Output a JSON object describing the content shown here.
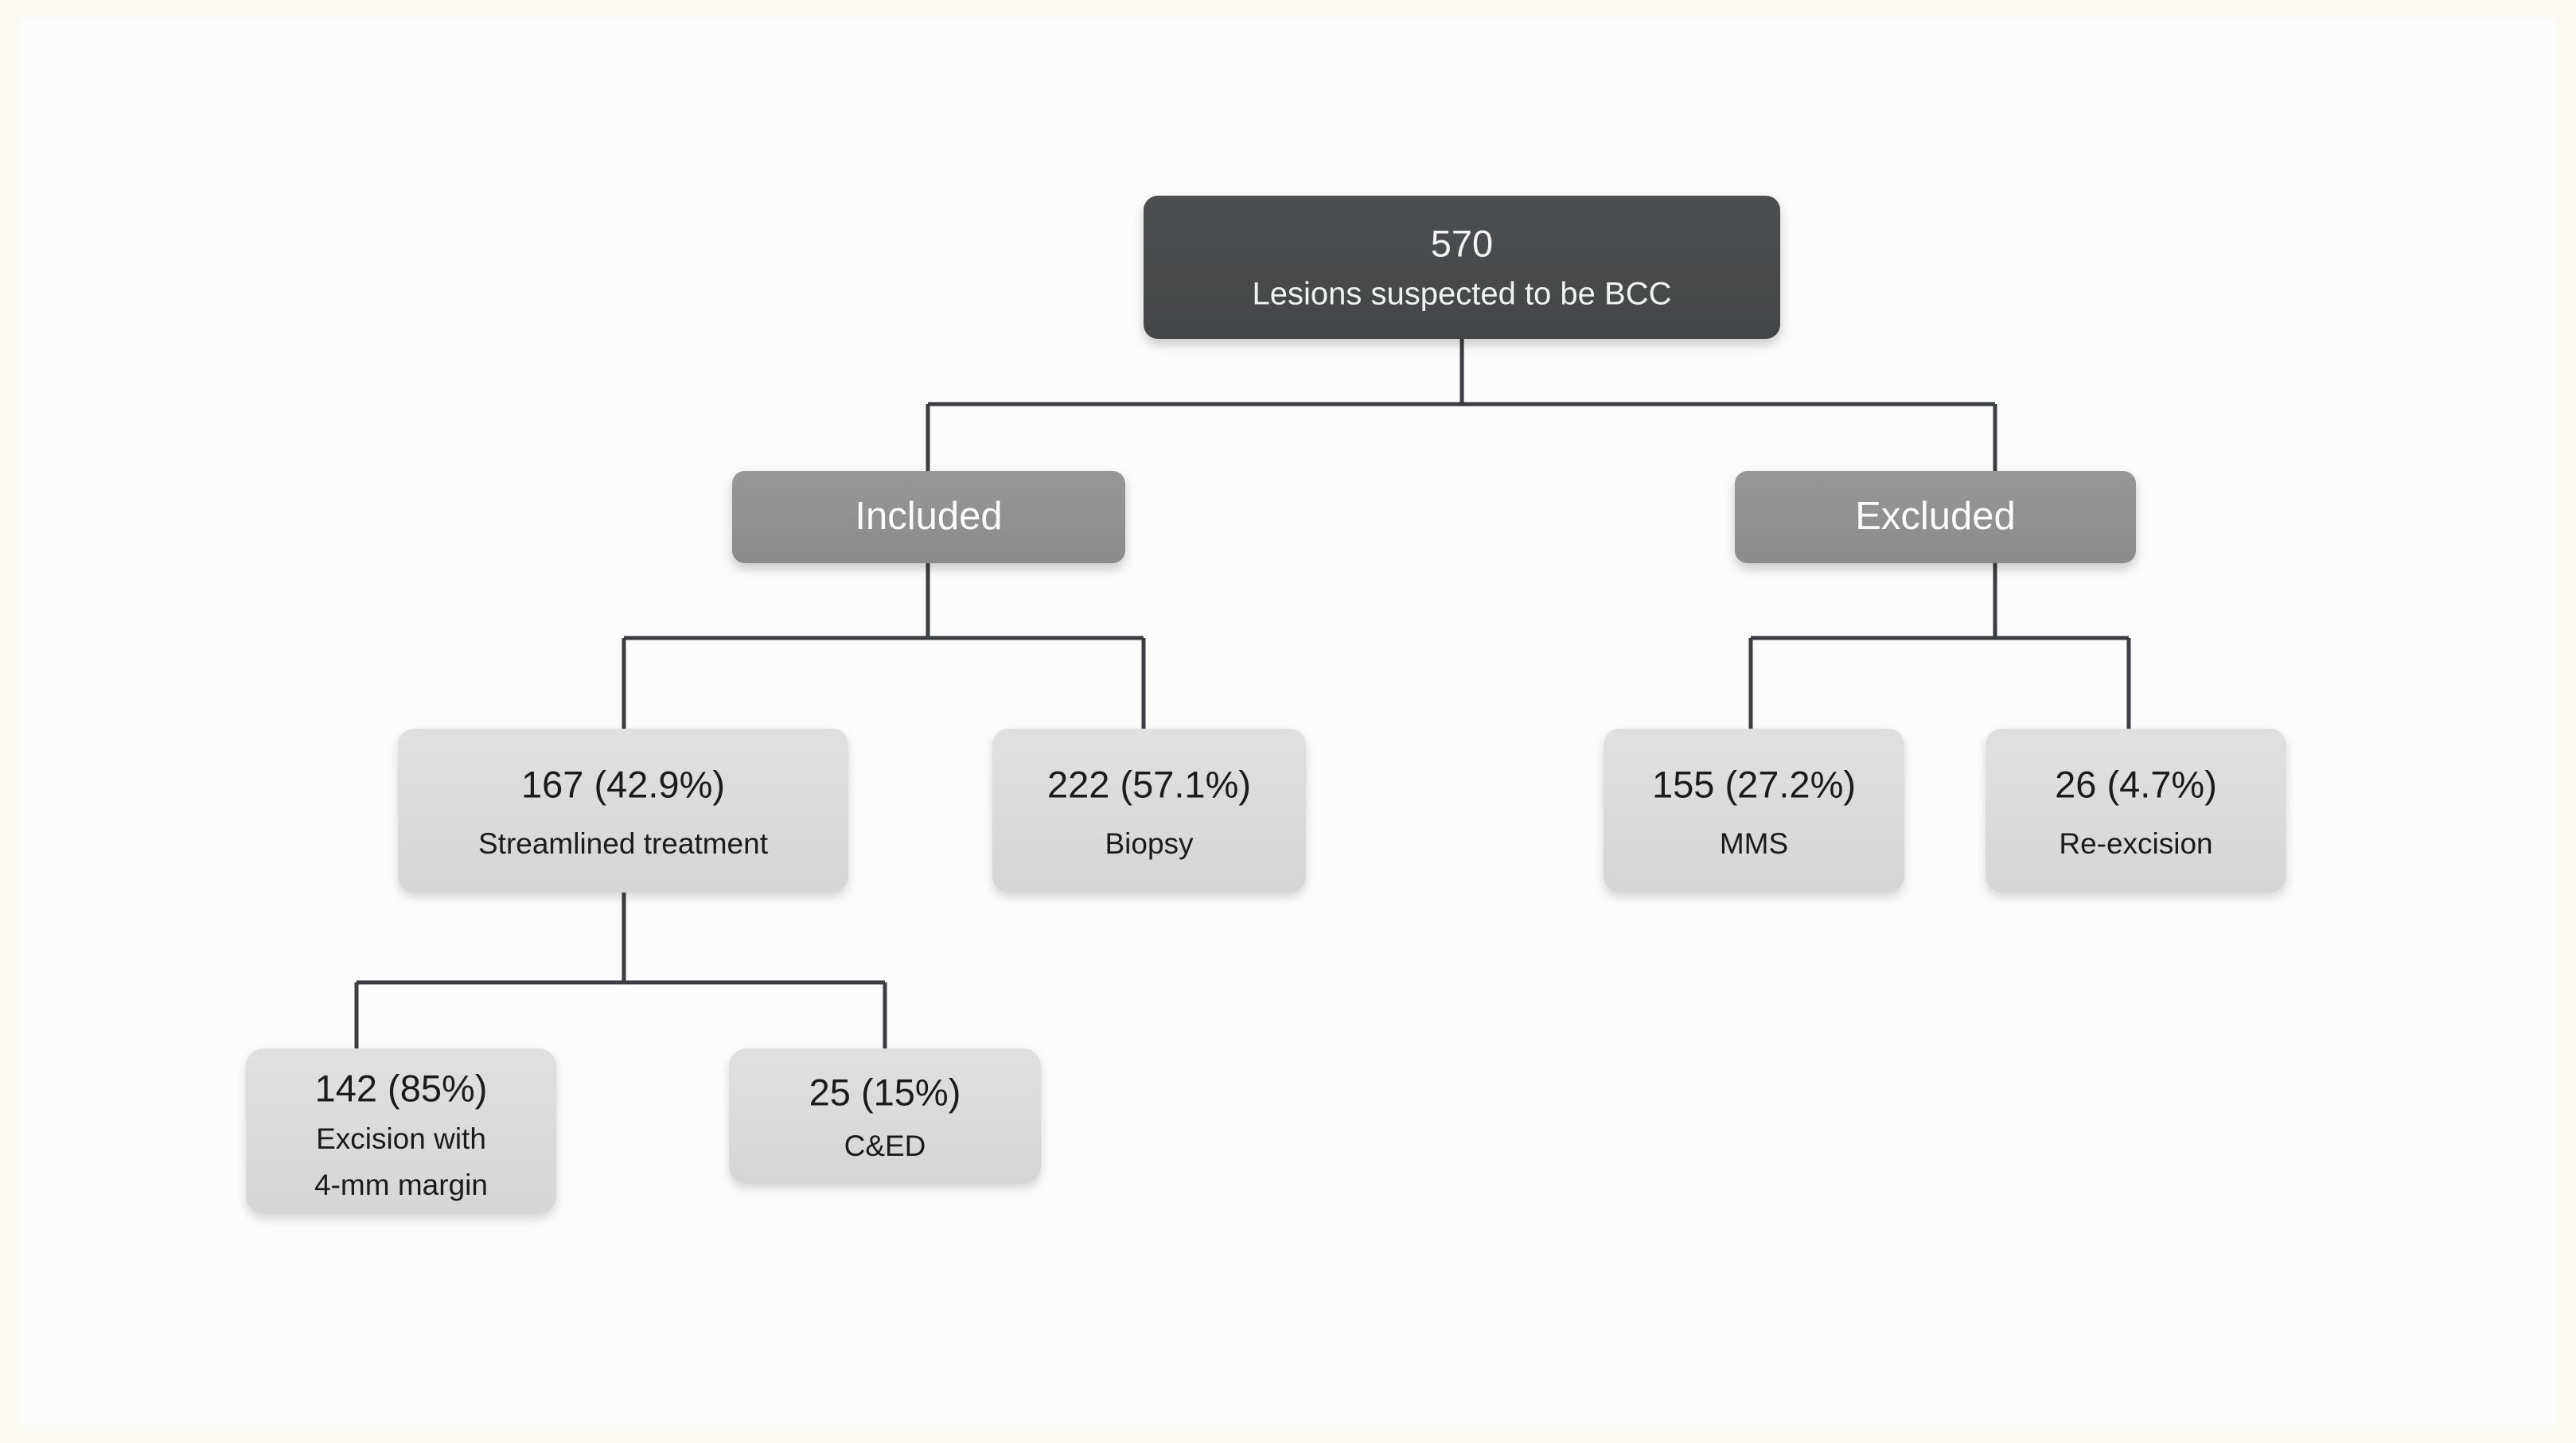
{
  "figure": {
    "type": "flowchart",
    "title": "BCC lesion treatment pathway flow diagram",
    "background_color": "#fcfcfc",
    "frame_color": "#fbfaf4",
    "connector_color": "#3b3d40"
  },
  "palette": {
    "root_fill": "#4a4b4c",
    "root_text": "#f2f2f2",
    "level2_fill": "#909091",
    "level2_text": "#fbfbfb",
    "leaf_fill": "#dcdcdc",
    "leaf_text": "#1b1b1b"
  },
  "nodes": {
    "root": {
      "id": "root",
      "count": "570",
      "label": "Lesions suspected to be BCC",
      "style": "dark"
    },
    "included": {
      "id": "included",
      "label": "Included",
      "style": "medium"
    },
    "excluded": {
      "id": "excluded",
      "label": "Excluded",
      "style": "medium"
    },
    "streamlined": {
      "id": "streamlined",
      "count": "167 (42.9%)",
      "label": "Streamlined treatment",
      "style": "light"
    },
    "biopsy": {
      "id": "biopsy",
      "count": "222 (57.1%)",
      "label": "Biopsy",
      "style": "light"
    },
    "mms": {
      "id": "mms",
      "count": "155 (27.2%)",
      "label": "MMS",
      "style": "light"
    },
    "reexcision": {
      "id": "reexcision",
      "count": "26 (4.7%)",
      "label": "Re-excision",
      "style": "light"
    },
    "excision": {
      "id": "excision",
      "count": "142 (85%)",
      "label_line1": "Excision with",
      "label_line2": "4-mm margin",
      "style": "light"
    },
    "ced": {
      "id": "ced",
      "count": "25 (15%)",
      "label": "C&ED",
      "style": "light"
    }
  },
  "edges": [
    {
      "from": "root",
      "to": "included"
    },
    {
      "from": "root",
      "to": "excluded"
    },
    {
      "from": "included",
      "to": "streamlined"
    },
    {
      "from": "included",
      "to": "biopsy"
    },
    {
      "from": "excluded",
      "to": "mms"
    },
    {
      "from": "excluded",
      "to": "reexcision"
    },
    {
      "from": "streamlined",
      "to": "excision"
    },
    {
      "from": "streamlined",
      "to": "ced"
    }
  ]
}
